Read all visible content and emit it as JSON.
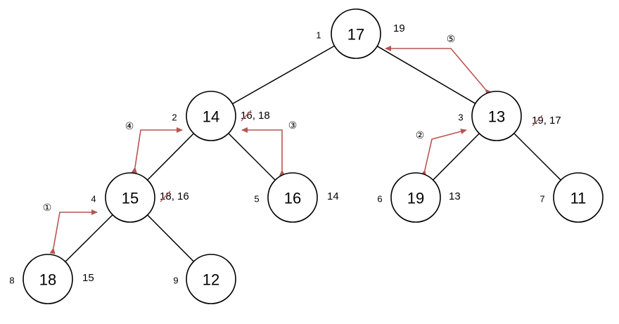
{
  "tree": {
    "nodes": [
      {
        "index": "1",
        "value": "17",
        "note": "19",
        "note_struck": ""
      },
      {
        "index": "2",
        "value": "14",
        "note": ", 18",
        "note_struck": "16"
      },
      {
        "index": "3",
        "value": "13",
        "note": ", 17",
        "note_struck": "19"
      },
      {
        "index": "4",
        "value": "15",
        "note": ", 16",
        "note_struck": "18"
      },
      {
        "index": "5",
        "value": "16",
        "note": "14",
        "note_struck": ""
      },
      {
        "index": "6",
        "value": "19",
        "note": "13",
        "note_struck": ""
      },
      {
        "index": "7",
        "value": "11",
        "note": "",
        "note_struck": ""
      },
      {
        "index": "8",
        "value": "18",
        "note": "15",
        "note_struck": ""
      },
      {
        "index": "9",
        "value": "12",
        "note": "",
        "note_struck": ""
      }
    ],
    "edges": [
      [
        "1",
        "2"
      ],
      [
        "1",
        "3"
      ],
      [
        "2",
        "4"
      ],
      [
        "2",
        "5"
      ],
      [
        "3",
        "6"
      ],
      [
        "3",
        "7"
      ],
      [
        "4",
        "8"
      ],
      [
        "4",
        "9"
      ]
    ],
    "swaps": [
      {
        "step": "①",
        "from": "8",
        "to": "4"
      },
      {
        "step": "②",
        "from": "6",
        "to": "3"
      },
      {
        "step": "③",
        "from": "2",
        "to": "5"
      },
      {
        "step": "④",
        "from": "4",
        "to": "2"
      },
      {
        "step": "⑤",
        "from": "1",
        "to": "3"
      }
    ],
    "arrow_color": "#b85450"
  }
}
